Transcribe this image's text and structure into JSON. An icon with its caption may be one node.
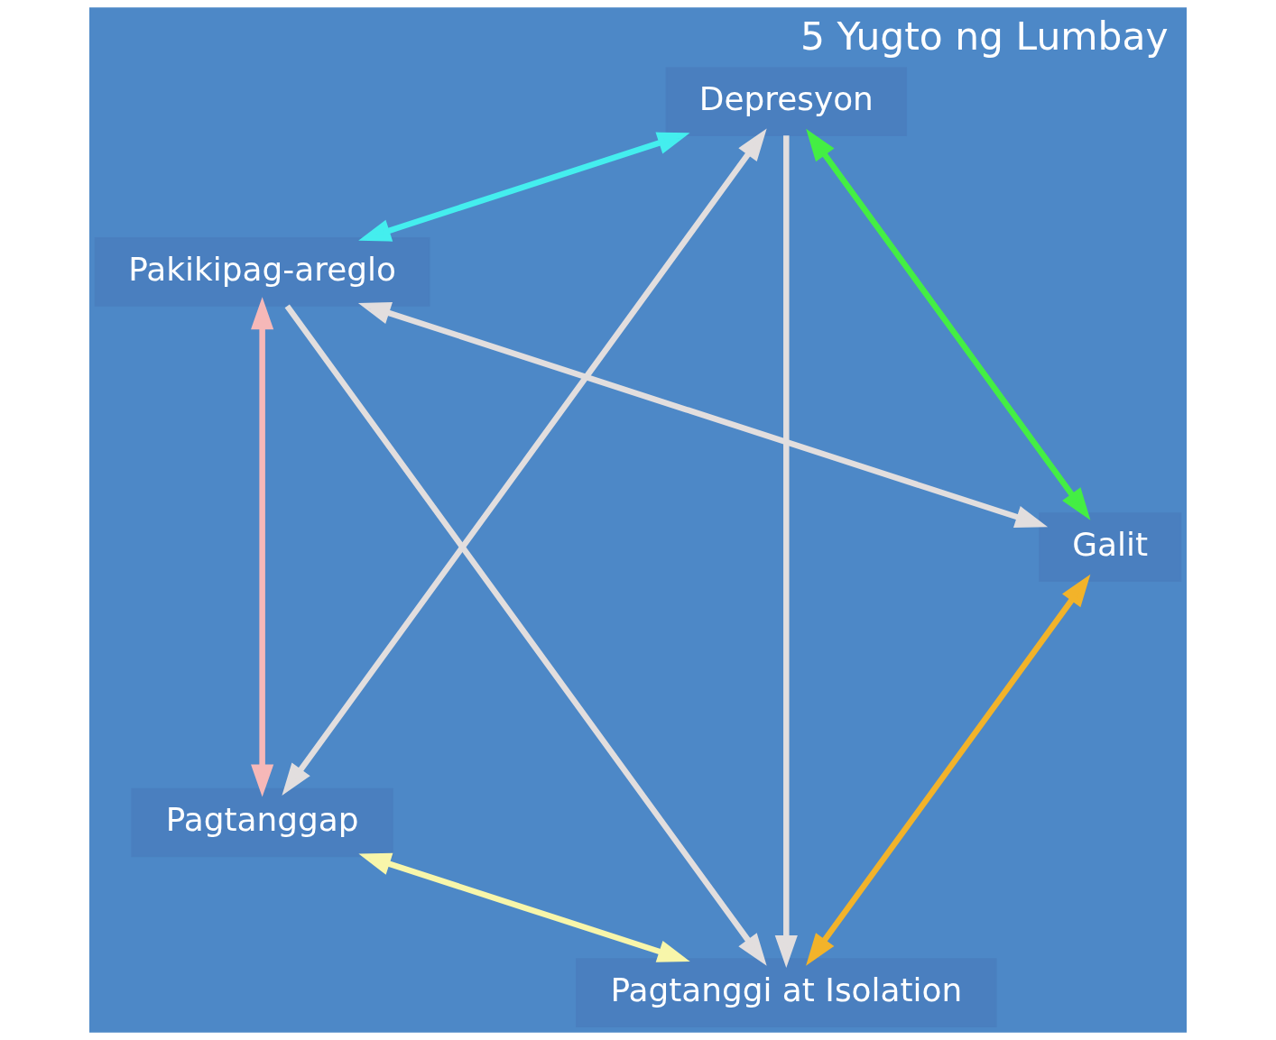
{
  "diagram": {
    "title": "5 Yugto ng Lumbay",
    "nodes": [
      {
        "text": [
          "Pagtanggi at Isolation"
        ]
      },
      {
        "text": [
          "Galit"
        ]
      },
      {
        "text": [
          "Depresyon"
        ]
      },
      {
        "text": [
          "Pakikipag-areglo"
        ]
      },
      {
        "text": [
          "Pagtanggap"
        ]
      }
    ],
    "edges": [
      {
        "from": 0,
        "to": 1,
        "arrow": "both",
        "color": "#f2b32a"
      },
      {
        "from": 1,
        "to": 2,
        "arrow": "both",
        "color": "#44ee44"
      },
      {
        "from": 2,
        "to": 3,
        "arrow": "both",
        "color": "#44eeee"
      },
      {
        "from": 3,
        "to": 4,
        "arrow": "both",
        "color": "#f6b8b8"
      },
      {
        "from": 4,
        "to": 0,
        "arrow": "both",
        "color": "#f8f6aa"
      },
      {
        "from": 4,
        "to": 2,
        "arrow": "both"
      },
      {
        "from": 1,
        "to": 3,
        "arrow": "both"
      },
      {
        "from": 2,
        "to": 0,
        "arrow": "to"
      },
      {
        "from": 3,
        "to": 0,
        "arrow": "to"
      }
    ]
  }
}
